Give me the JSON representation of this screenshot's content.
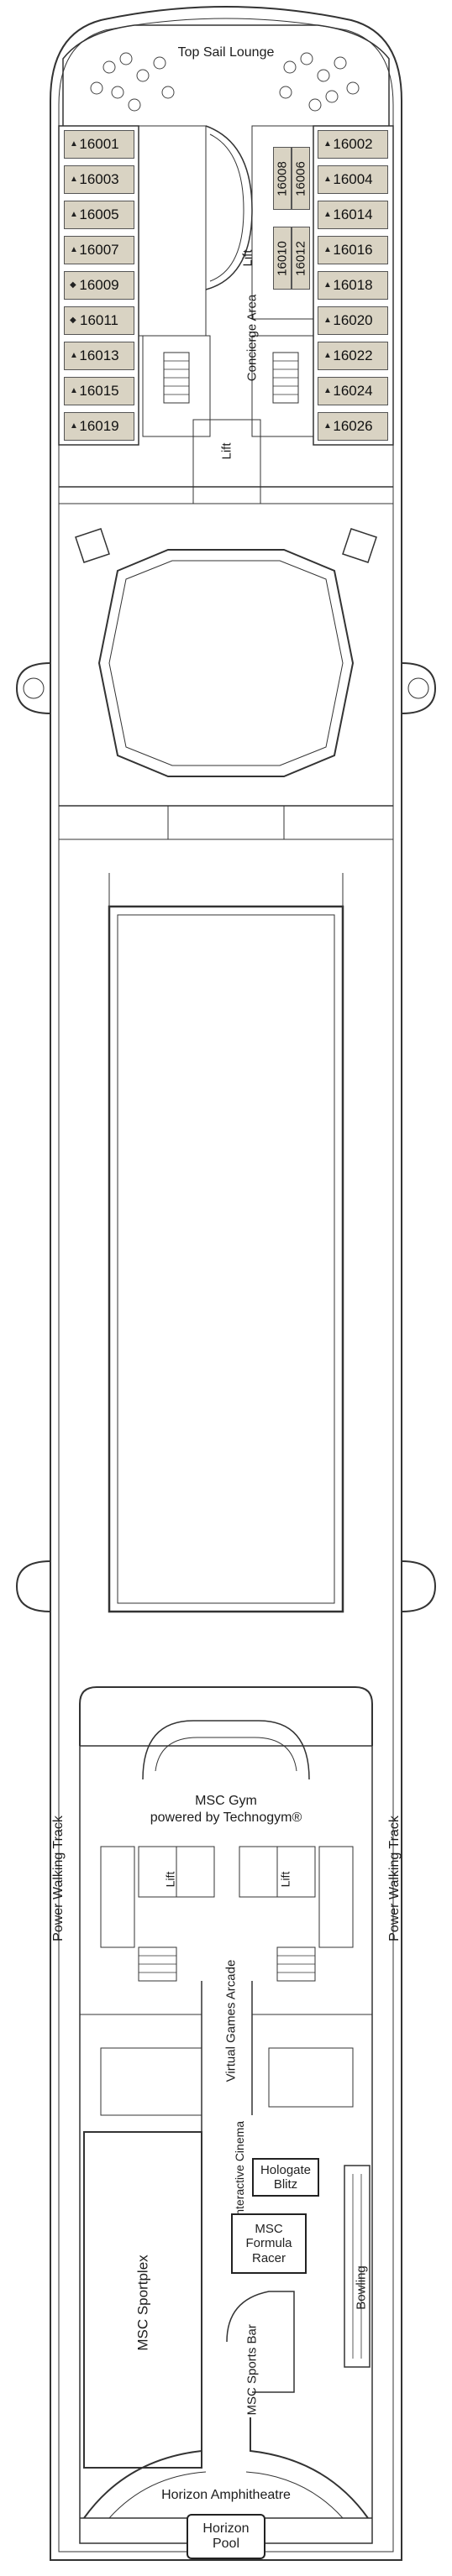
{
  "deck": {
    "venues": {
      "top_sail_lounge": "Top Sail Lounge",
      "concierge_area": "Concierge Area",
      "msc_gym_line1": "MSC Gym",
      "msc_gym_line2": "powered by Technogym®",
      "power_walking_track": "Power Walking Track",
      "virtual_games_arcade": "Virtual Games Arcade",
      "xd_interactive_cinema": "XD Interactive Cinema",
      "hologate_blitz_line1": "Hologate",
      "hologate_blitz_line2": "Blitz",
      "msc_formula_racer_line1": "MSC",
      "msc_formula_racer_line2": "Formula",
      "msc_formula_racer_line3": "Racer",
      "msc_sportplex": "MSC Sportplex",
      "msc_sports_bar": "MSC Sports Bar",
      "bowling": "Bowling",
      "horizon_amphitheatre": "Horizon Amphitheatre",
      "horizon_pool_line1": "Horizon",
      "horizon_pool_line2": "Pool",
      "lift": "Lift"
    },
    "cabins_left": [
      "16001",
      "16003",
      "16005",
      "16007",
      "16009",
      "16011",
      "16013",
      "16015",
      "16019"
    ],
    "cabins_right": [
      "16002",
      "16004",
      "16014",
      "16016",
      "16018",
      "16020",
      "16022",
      "16024",
      "16026"
    ],
    "cabins_inner": [
      "16008",
      "16006",
      "16010",
      "16012"
    ],
    "colors": {
      "cabin_fill": "#d9d3c3",
      "line": "#333333",
      "background": "#ffffff"
    }
  }
}
